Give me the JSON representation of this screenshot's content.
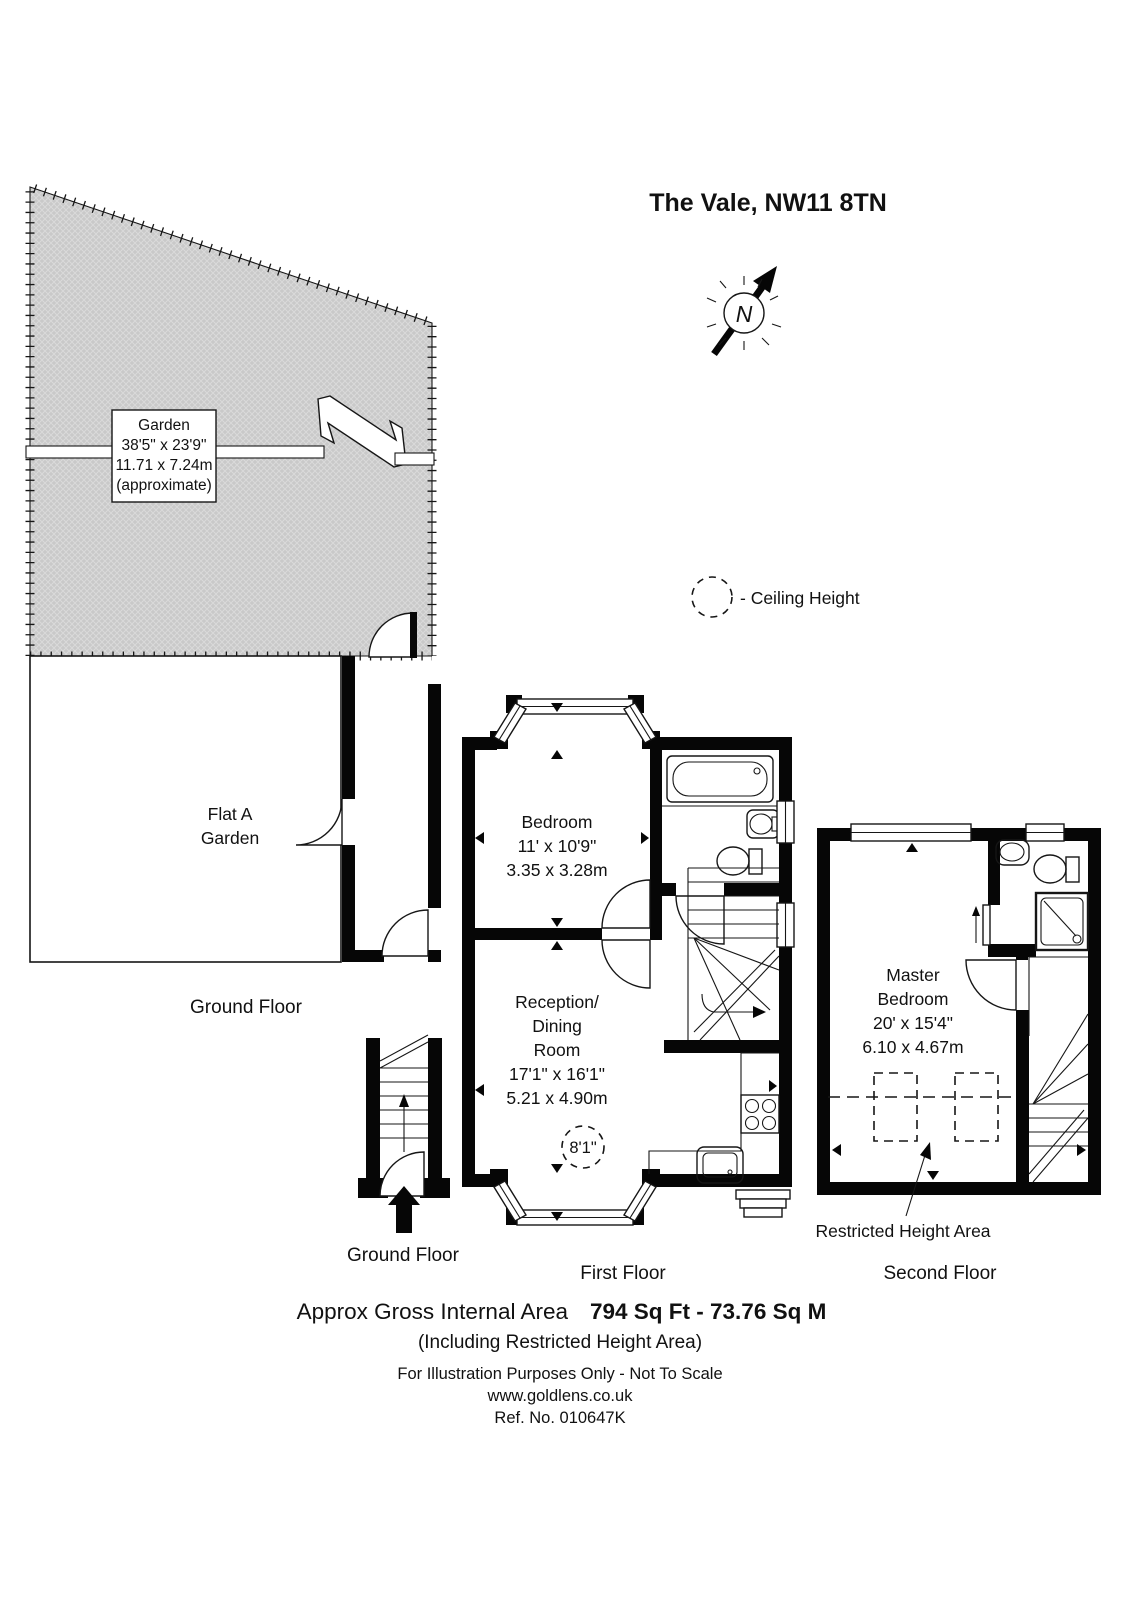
{
  "title": "The Vale, NW11 8TN",
  "north": {
    "label": "N"
  },
  "legend": {
    "ceiling_height": "- Ceiling Height"
  },
  "garden": {
    "line1": "Garden",
    "line2": "38'5\" x 23'9\"",
    "line3": "11.71 x 7.24m",
    "line4": "(approximate)"
  },
  "flat_a_garden": {
    "line1": "Flat A",
    "line2": "Garden"
  },
  "floors": {
    "ground_left_label": "Ground Floor",
    "ground_entrance_label": "Ground Floor",
    "first_label": "First Floor",
    "second_label": "Second Floor"
  },
  "rooms": {
    "bedroom": {
      "name": "Bedroom",
      "imperial": "11' x 10'9\"",
      "metric": "3.35 x 3.28m"
    },
    "reception": {
      "name1": "Reception/",
      "name2": "Dining",
      "name3": "Room",
      "imperial": "17'1\" x 16'1\"",
      "metric": "5.21 x 4.90m",
      "ceiling_height": "8'1\""
    },
    "master": {
      "name1": "Master",
      "name2": "Bedroom",
      "imperial": "20' x 15'4\"",
      "metric": "6.10 x 4.67m"
    },
    "restricted_label": "Restricted Height Area"
  },
  "footer": {
    "area_label": "Approx Gross Internal Area",
    "area_value": "794 Sq Ft  -  73.76 Sq M",
    "including": "(Including Restricted Height Area)",
    "disclaimer": "For Illustration Purposes Only - Not To Scale",
    "website": "www.goldlens.co.uk",
    "reference": "Ref. No. 010647K"
  }
}
